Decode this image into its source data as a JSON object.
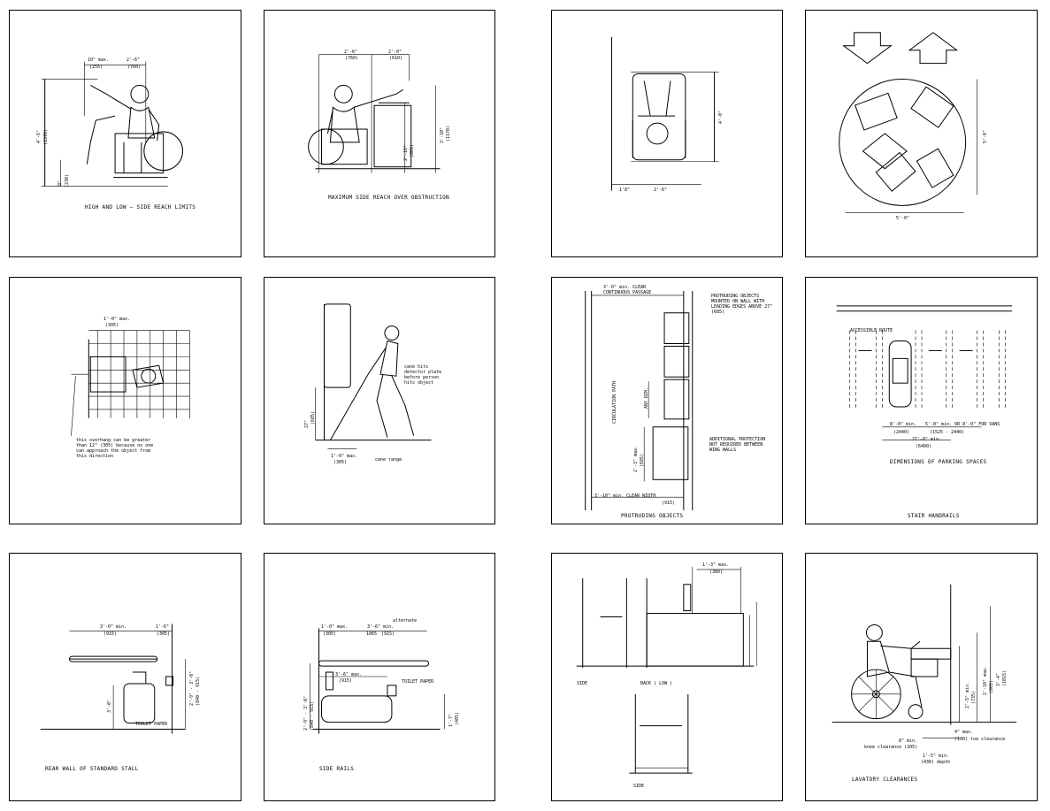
{
  "sheets": [
    {
      "id": "s1",
      "caption": "HIGH AND LOW  —  SIDE REACH LIMITS",
      "dims": [
        "10\" max.",
        "(255)",
        "2'-6\"",
        "(760)",
        "4'-6\"",
        "(1370)",
        "9\"",
        "(230)"
      ]
    },
    {
      "id": "s2",
      "caption": "MAXIMUM SIDE REACH OVER OBSTRUCTION",
      "dims": [
        "2'-6\"",
        "(760)",
        "2'-0\"",
        "(610)",
        "2'-10\"",
        "(865)",
        "3'-10\"",
        "(1170)"
      ]
    },
    {
      "id": "s3",
      "caption": "",
      "dims": [
        "4'-0\"",
        "1'8\"",
        "2'-6\""
      ]
    },
    {
      "id": "s4",
      "caption": "",
      "dims": [
        "5'-0\"",
        "5'-0\""
      ]
    },
    {
      "id": "s5",
      "caption": "",
      "dims": [
        "1'-0\" max.",
        "(305)"
      ],
      "note": "this overhang can be greater than 12\" (305) because no one can approach the object from this direction"
    },
    {
      "id": "s6",
      "caption": "",
      "dims": [
        "27\"",
        "(685)",
        "1'-0\" max.",
        "(305)",
        "cane range"
      ],
      "note": "cane hits detector plate before person hits object"
    },
    {
      "id": "s7",
      "caption": "PROTRUDING OBJECTS",
      "dims": [
        "3'-0\" min. CLEAR",
        "CONTINUOUS PASSAGE",
        "ANY DIM.",
        "2'-3\" max.",
        "(685)",
        "3'-10\" min. CLEAR WIDTH",
        "(915)"
      ],
      "notes": [
        "PROTRUDING OBJECTS MOUNTED ON WALL WITH LEADING EDGES ABOVE 27\" (685)",
        "ADDITIONAL PROTECTION NOT REQUIRED BETWEEN WING WALLS"
      ],
      "vertical_label": "CIRCULATION PATH"
    },
    {
      "id": "s8",
      "caption": "DIMENSIONS OF PARKING SPACES",
      "subcaption": "STAIR HANDRAILS",
      "labels": [
        "ACCESSIBLE ROUTE",
        "8'-0\" min.",
        "(2440)",
        "5'-0\" min. OR 8'-0\" FOR VANS",
        "(1525 - 2440)",
        "21'-0\" min.",
        "(6400)"
      ]
    },
    {
      "id": "s9",
      "caption": "REAR WALL OF STANDARD STALL",
      "labels": [
        "3'-0\" min.",
        "(915)",
        "1'-6\"",
        "(305)",
        "TOILET PAPER",
        "3'-0\"",
        "2'-9\" - 3'-0\"",
        "(840 - 915)"
      ]
    },
    {
      "id": "s10",
      "caption": "SIDE RAILS",
      "labels": [
        "1'-0\" max.",
        "(305)",
        "3'-6\" min.",
        "1065",
        "(915)",
        "alternate",
        "3'-6\" max.",
        "(915)",
        "TOILET PAPER",
        "2'-9\" - 3'-0\"",
        "(840 - 915)",
        "1'-7\"",
        "(485)"
      ]
    },
    {
      "id": "s11",
      "caption": "",
      "labels": [
        "1'-3\" max.",
        "(380)",
        "SIDE",
        "BACK ( LOW )",
        "SIDE"
      ]
    },
    {
      "id": "s12",
      "caption": "LAVATORY CLEARANCES",
      "labels": [
        "8\" min.",
        "knee clearance (205)",
        "4\" max.",
        "(100) toe clearance",
        "1'-5\" min.",
        "(430) depth",
        "2'-5\" min.",
        "(735)",
        "2'-10\" max.",
        "(865)",
        "3'-4\"",
        "(1015)"
      ]
    }
  ]
}
